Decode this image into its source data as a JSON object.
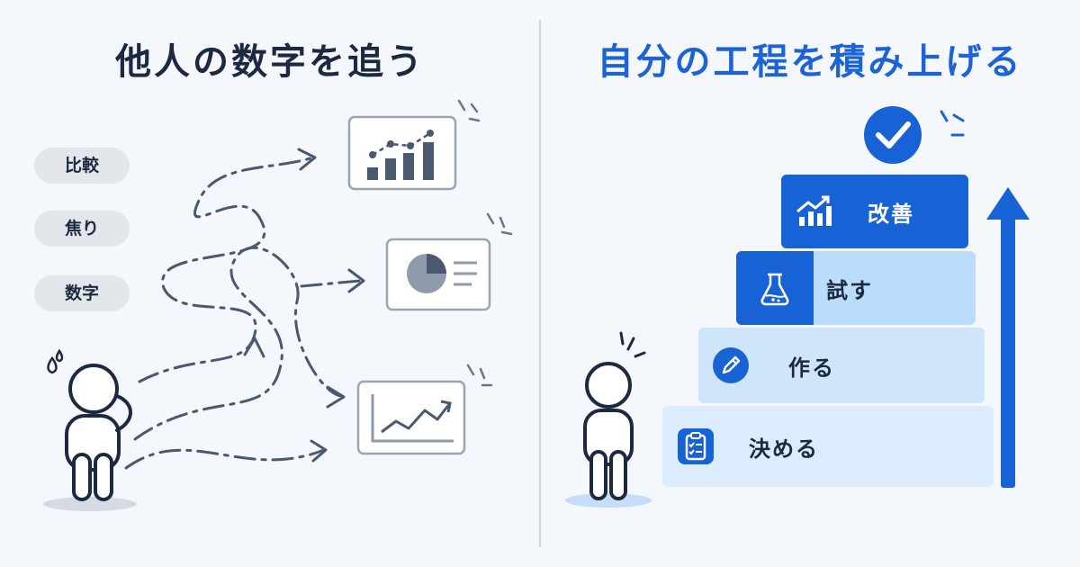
{
  "left": {
    "title": "他人の数字を追う",
    "pills": [
      "比較",
      "焦り",
      "数字"
    ]
  },
  "right": {
    "title": "自分の工程を積み上げる",
    "steps": [
      "改善",
      "試す",
      "作る",
      "決める"
    ]
  },
  "colors": {
    "dark": "#1c2940",
    "accent": "#1b63d6",
    "gray": "#6b7789",
    "pill": "#e3e7ec",
    "step_top": "#1762d4",
    "step_2": "#bcdcfb",
    "step_3": "#cfe5fc",
    "step_4": "#dbecfd"
  },
  "icons": {
    "left": [
      "worried-person-icon",
      "bar-chart-icon",
      "pie-chart-icon",
      "line-chart-icon",
      "sweat-drop-icon"
    ],
    "right": [
      "person-icon",
      "check-circle-icon",
      "trend-up-icon",
      "flask-icon",
      "pencil-icon",
      "clipboard-checklist-icon",
      "up-arrow-icon"
    ]
  }
}
